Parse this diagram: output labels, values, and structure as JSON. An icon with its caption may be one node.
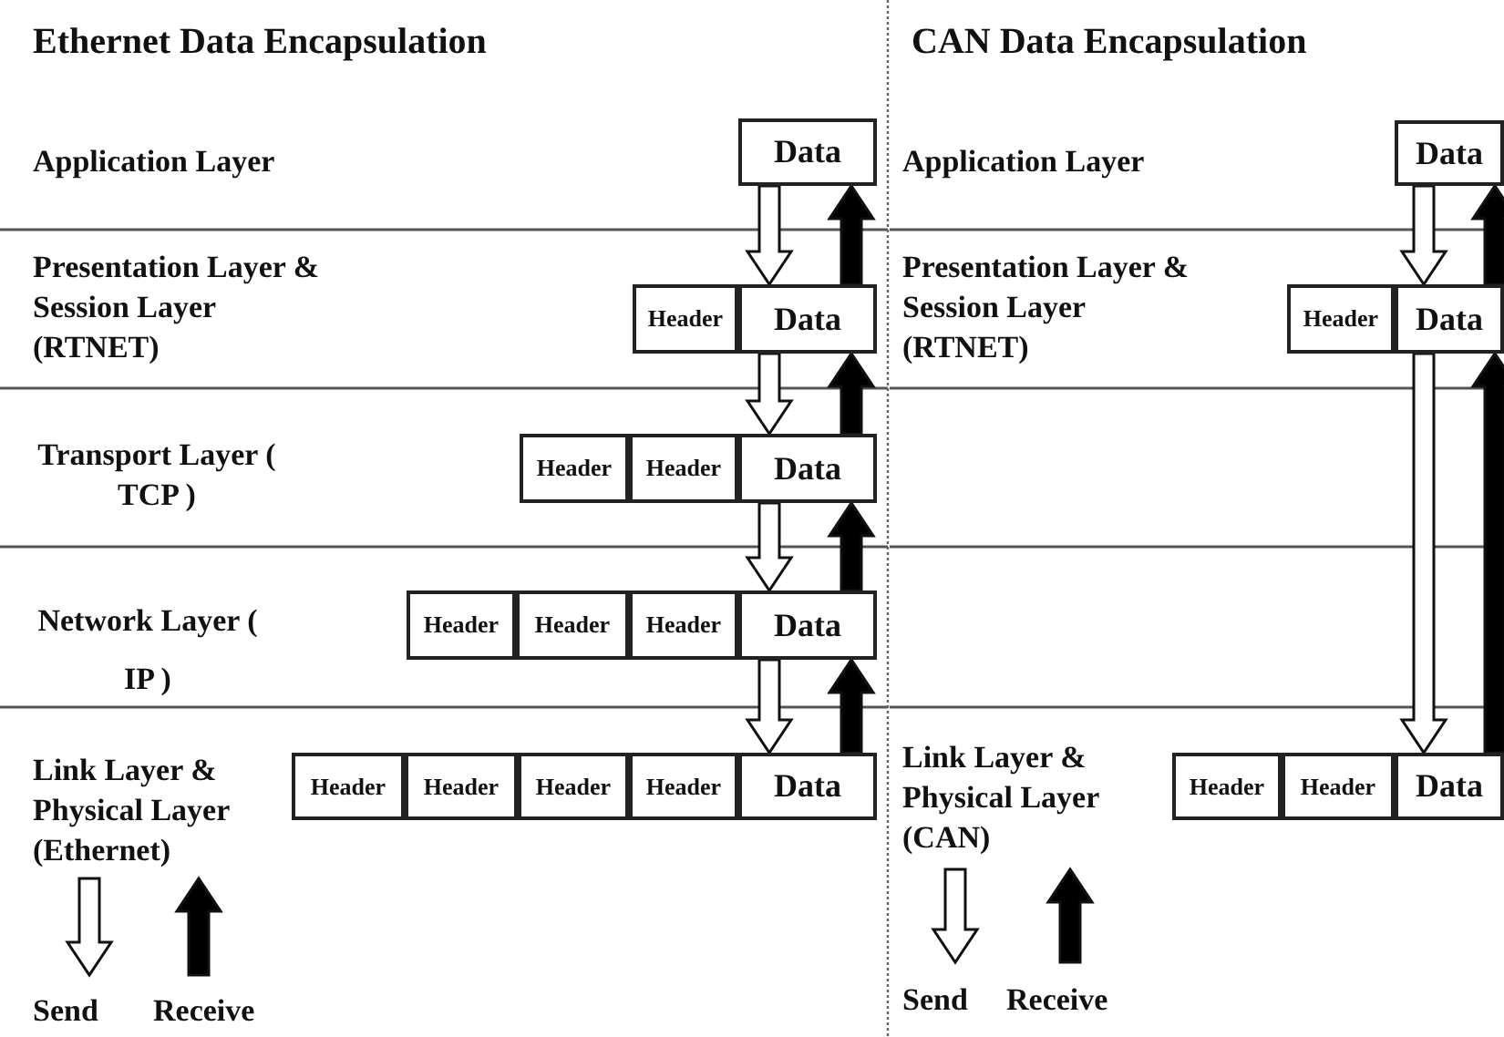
{
  "diagram": {
    "nodes": [
      {
        "text": [
          "Data"
        ]
      },
      {
        "text": [
          "Header"
        ]
      },
      {
        "text": [
          "Data"
        ]
      },
      {
        "text": [
          "Header"
        ]
      },
      {
        "text": [
          "Header"
        ]
      },
      {
        "text": [
          "Data"
        ]
      },
      {
        "text": [
          "Header"
        ]
      },
      {
        "text": [
          "Header"
        ]
      },
      {
        "text": [
          "Header"
        ]
      },
      {
        "text": [
          "Data"
        ]
      },
      {
        "text": [
          "Header"
        ]
      },
      {
        "text": [
          "Header"
        ]
      },
      {
        "text": [
          "Header"
        ]
      },
      {
        "text": [
          "Header"
        ]
      },
      {
        "text": [
          "Data"
        ]
      },
      {
        "text": [
          "Data"
        ]
      },
      {
        "text": [
          "Header"
        ]
      },
      {
        "text": [
          "Data"
        ]
      },
      {
        "text": [
          "Header"
        ]
      },
      {
        "text": [
          "Header"
        ]
      },
      {
        "text": [
          "Data"
        ]
      }
    ],
    "edges": [
      {
        "from": 0,
        "to": 2,
        "arrow": "to",
        "color": "#ffffff"
      },
      {
        "from": 2,
        "to": 0,
        "arrow": "to",
        "color": "#000000"
      },
      {
        "from": 2,
        "to": 5,
        "arrow": "to",
        "color": "#ffffff"
      },
      {
        "from": 5,
        "to": 2,
        "arrow": "to",
        "color": "#000000"
      },
      {
        "from": 5,
        "to": 9,
        "arrow": "to",
        "color": "#ffffff"
      },
      {
        "from": 9,
        "to": 5,
        "arrow": "to",
        "color": "#000000"
      },
      {
        "from": 9,
        "to": 14,
        "arrow": "to",
        "color": "#ffffff"
      },
      {
        "from": 14,
        "to": 9,
        "arrow": "to",
        "color": "#000000"
      },
      {
        "from": 15,
        "to": 17,
        "arrow": "to",
        "color": "#ffffff"
      },
      {
        "from": 17,
        "to": 15,
        "arrow": "to",
        "color": "#000000"
      },
      {
        "from": 17,
        "to": 20,
        "arrow": "to",
        "color": "#ffffff"
      },
      {
        "from": 20,
        "to": 17,
        "arrow": "to",
        "color": "#000000"
      }
    ],
    "labels": [
      "Ethernet Data Encapsulation",
      "CAN Data Encapsulation",
      "Application Layer",
      "Presentation Layer & Session Layer (RTNET)",
      "Transport Layer ( TCP )",
      "Network Layer ( IP )",
      "Link Layer & Physical Layer (Ethernet)",
      "Application Layer",
      "Presentation Layer & Session Layer (RTNET)",
      "Link Layer & Physical Layer (CAN)"
    ],
    "legend": [
      {
        "text": "Send"
      },
      {
        "text": "Receive"
      },
      {
        "text": "Send"
      },
      {
        "text": "Receive"
      }
    ]
  }
}
